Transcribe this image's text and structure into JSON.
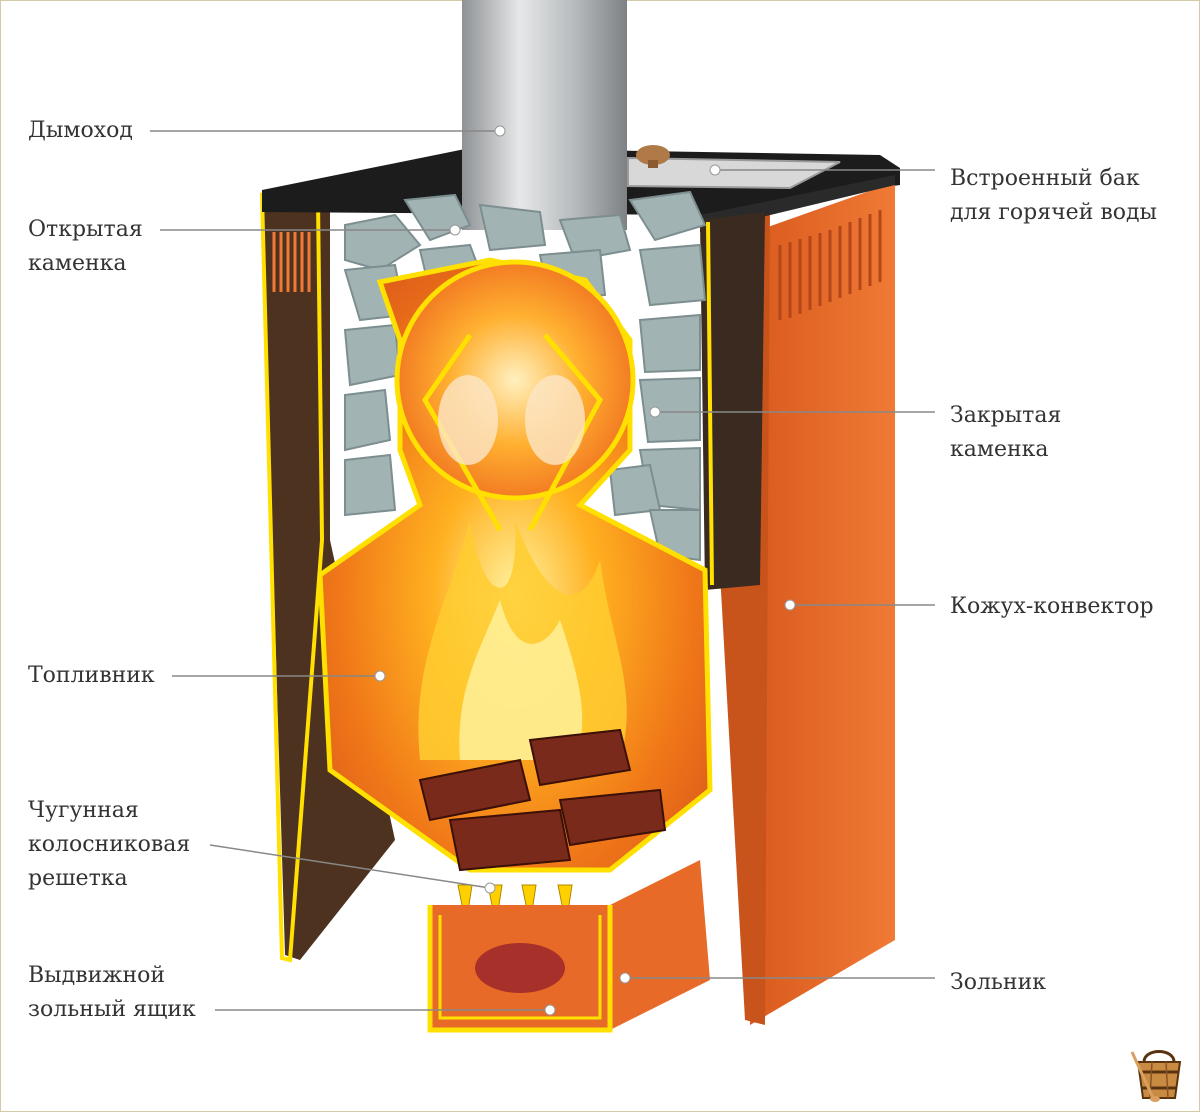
{
  "labels": {
    "chimney": "Дымоход",
    "open_stones": "Открытая\nкаменка",
    "firebox": "Топливник",
    "grate": "Чугунная\nколосниковая\nрешетка",
    "ash_drawer": "Выдвижной\nзольный ящик",
    "water_tank": "Встроенный бак\nдля горячей воды",
    "closed_stones": "Закрытая\nкаменка",
    "convector": "Кожух-конвектор",
    "ash_pan": "Зольник"
  },
  "colors": {
    "orange_body": "#e8692a",
    "dark_body": "#5a3a25",
    "flame": "#ffb020",
    "outline": "#ffe000",
    "stone": "#9fb0b1",
    "pipe": "#b9bcbe"
  },
  "icons": {
    "logo": "sauna-bucket-icon"
  }
}
